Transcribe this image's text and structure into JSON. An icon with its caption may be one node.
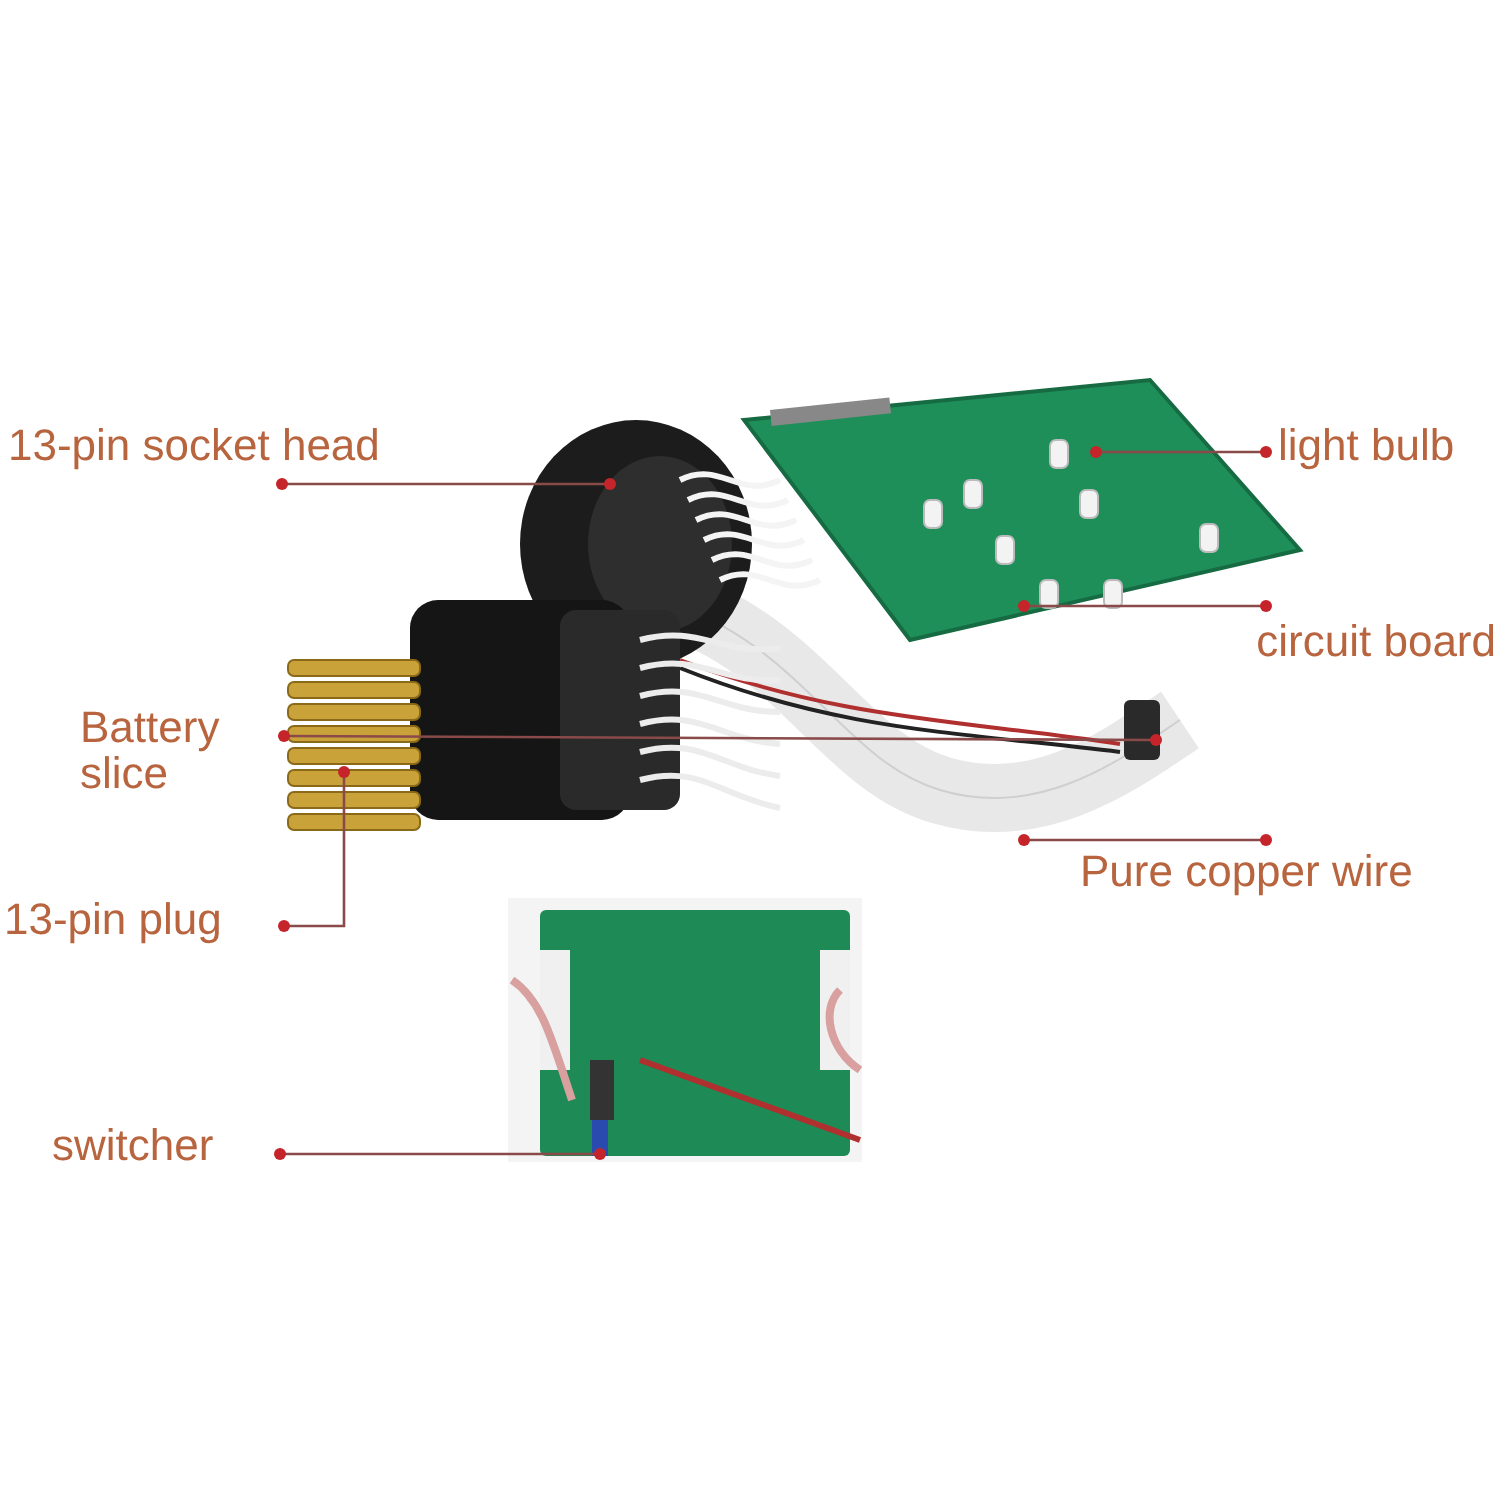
{
  "diagram": {
    "nodes": [
      {
        "text": [
          "13-pin socket head"
        ]
      },
      {
        "text": [
          "light bulb"
        ]
      },
      {
        "text": [
          "circuit board"
        ]
      },
      {
        "text": [
          "Battery slice"
        ]
      },
      {
        "text": [
          "Pure copper wire"
        ]
      },
      {
        "text": [
          "13-pin plug"
        ]
      },
      {
        "text": [
          "switcher"
        ]
      }
    ],
    "edges": [
      {
        "from": 0,
        "to": null,
        "arrow": "other"
      },
      {
        "from": 1,
        "to": null,
        "arrow": "other"
      },
      {
        "from": 2,
        "to": null,
        "arrow": "other"
      },
      {
        "from": 3,
        "to": null,
        "arrow": "other"
      },
      {
        "from": 4,
        "to": null,
        "arrow": "other"
      },
      {
        "from": 5,
        "to": null,
        "arrow": "other"
      },
      {
        "from": 6,
        "to": null,
        "arrow": "other"
      }
    ]
  }
}
